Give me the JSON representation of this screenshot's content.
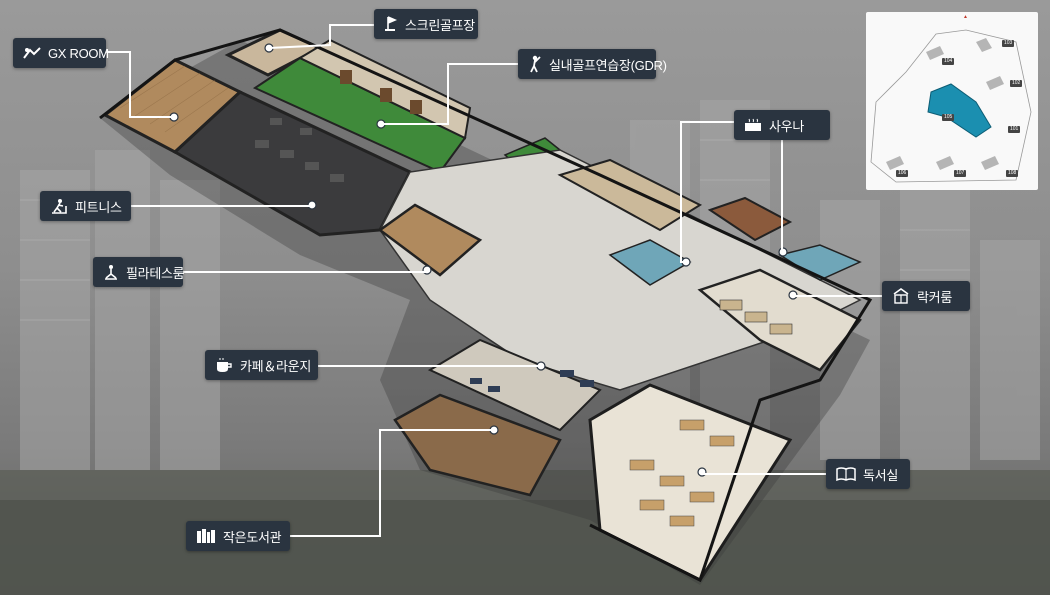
{
  "labels": {
    "gx_room": "GX ROOM",
    "screen_golf": "스크린골프장",
    "indoor_golf": "실내골프연습장(GDR)",
    "sauna": "사우나",
    "fitness": "피트니스",
    "pilates": "필라테스룸",
    "locker": "락커룸",
    "cafe": "카페＆라운지",
    "reading": "독서실",
    "library": "작은도서관"
  },
  "minimap": {
    "building_numbers": [
      "103",
      "104",
      "102",
      "105",
      "101",
      "106",
      "107",
      "108"
    ]
  },
  "icons": {
    "gx_room": "dumbbell-icon",
    "screen_golf": "golf-flag-icon",
    "indoor_golf": "golfer-icon",
    "sauna": "sauna-icon",
    "fitness": "treadmill-icon",
    "pilates": "pilates-icon",
    "locker": "locker-icon",
    "cafe": "coffee-cup-icon",
    "reading": "open-book-icon",
    "library": "books-icon"
  },
  "colors": {
    "label_bg": "#2a3440",
    "golf_green": "#3f8a3a",
    "highlight_teal": "#1b8fb0",
    "floor_wood": "#b08a5e"
  }
}
